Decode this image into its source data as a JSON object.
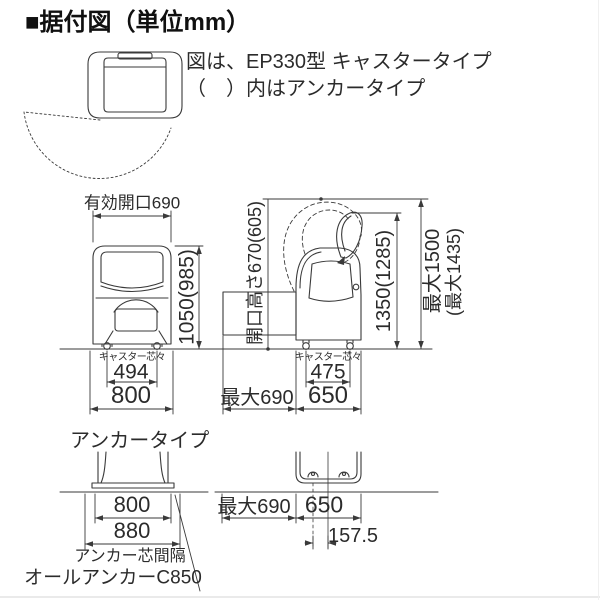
{
  "page": {
    "background": "#ffffff",
    "line_color": "#3a3a3a",
    "text_color": "#2b2b2b",
    "divider_color": "#e3e3e3"
  },
  "title": "■据付図（単位mm）",
  "caption": {
    "line1": "図は、EP330型 キャスタータイプ",
    "line2": "（　）内はアンカータイプ"
  },
  "caster_type": {
    "front": {
      "opening_width": "有効開口690",
      "height": "1050(985)",
      "caster_pitch_label": "キャスター芯々",
      "caster_pitch": "494",
      "width": "800"
    },
    "side": {
      "opening_height": "開口高さ670(605)",
      "lid_open_height": "1350(1285)",
      "max_height": "最大1500",
      "max_height_anchor": "(最大1435)",
      "caster_pitch_label": "キャスター芯々",
      "caster_pitch": "475",
      "front_clearance": "最大690",
      "depth": "650"
    }
  },
  "anchor_type": {
    "heading": "アンカータイプ",
    "front": {
      "width": "800",
      "anchor_pitch": "880",
      "pitch_label": "アンカー芯間隔",
      "anchor_spec": "オールアンカーC850"
    },
    "side": {
      "front_clearance": "最大690",
      "depth": "650",
      "anchor_offset": "157.5"
    }
  }
}
